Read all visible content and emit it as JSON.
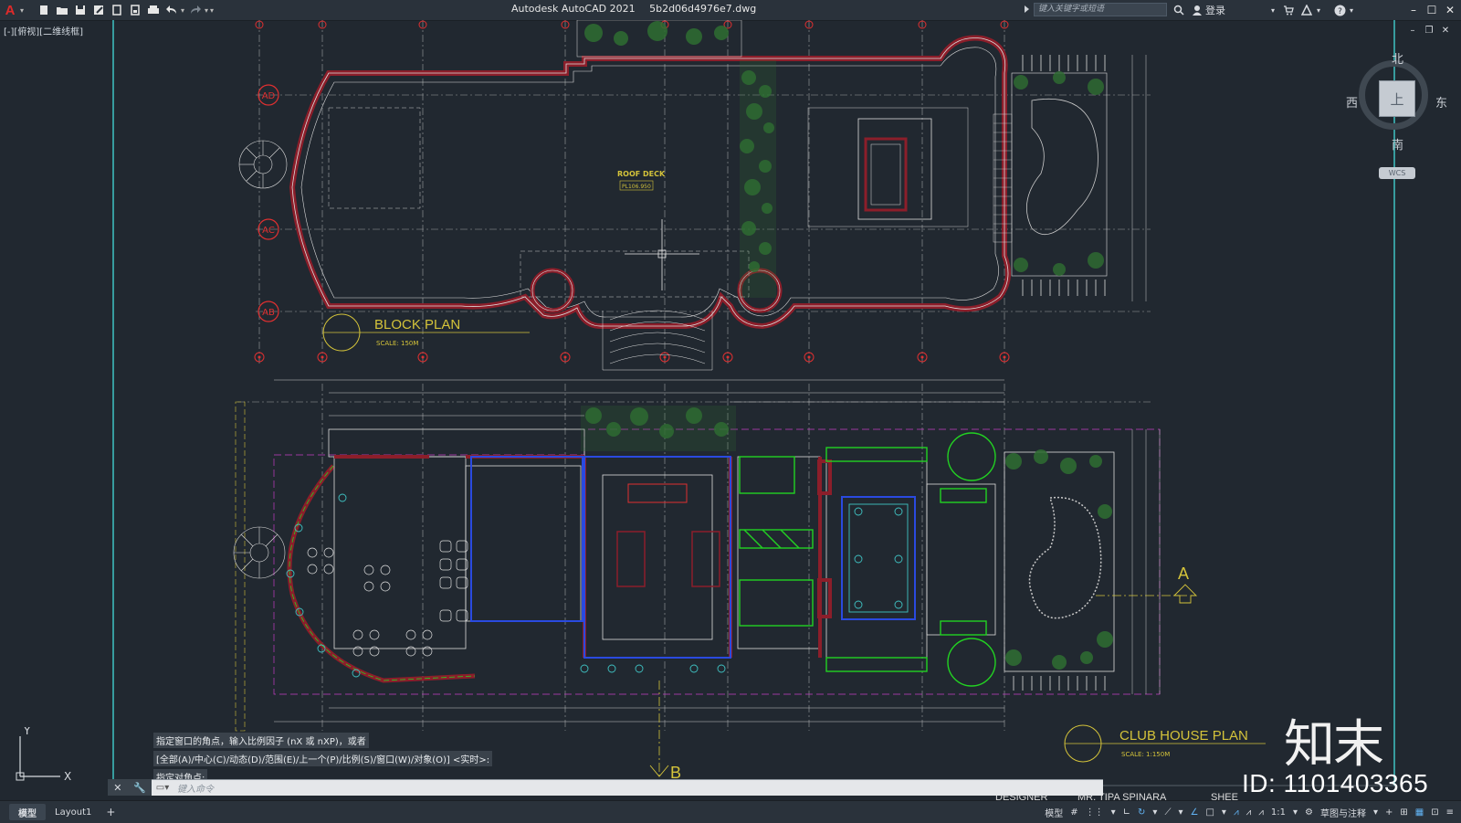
{
  "app": {
    "name": "Autodesk AutoCAD 2021",
    "file": "5b2d06d4976e7.dwg",
    "search_placeholder": "键入关键字或短语",
    "login": "登录",
    "view_label": "[-][俯视][二维线框]"
  },
  "viewcube": {
    "north": "北",
    "south": "南",
    "east": "东",
    "west": "西",
    "face": "上",
    "wcs": "WCS"
  },
  "drawing": {
    "roof_deck": "ROOF DECK",
    "roof_level": "PL106.950",
    "block_plan_title": "BLOCK PLAN",
    "block_plan_scale": "SCALE: 150M",
    "club_house_title": "CLUB HOUSE PLAN",
    "club_house_scale": "SCALE: 1:150M",
    "section_a": "A",
    "section_b": "B",
    "grid_ad": "AD",
    "grid_ac": "AC",
    "grid_ab": "AB",
    "designer_label": "DESIGNER",
    "designer_name": "MR. TIPA SPINARA",
    "sheet_label": "SHEE"
  },
  "ucs": {
    "x": "X",
    "y": "Y"
  },
  "command": {
    "history": [
      "指定窗口的角点，输入比例因子 (nX 或 nXP)，或者",
      "[全部(A)/中心(C)/动态(D)/范围(E)/上一个(P)/比例(S)/窗口(W)/对象(O)] <实时>:",
      "指定对角点:"
    ],
    "input_placeholder": "键入命令"
  },
  "layout_tabs": [
    "模型",
    "Layout1",
    "+"
  ],
  "status": {
    "model": "模型",
    "scale": "1:1",
    "workspace": "草图与注释"
  },
  "watermark": {
    "logo": "知末",
    "id": "ID: 1101403365"
  },
  "colors": {
    "background": "#212830",
    "wall": "#8c1e2a",
    "wall_outline": "#dcdcdc",
    "dim": "#c9c9c9",
    "text_yellow": "#d4c33a",
    "green": "#22d222",
    "blue": "#2a4ae0",
    "magenta": "#c23cc2",
    "cyan": "#3fc3c3",
    "red": "#e03030",
    "plant": "#2f6e32"
  }
}
